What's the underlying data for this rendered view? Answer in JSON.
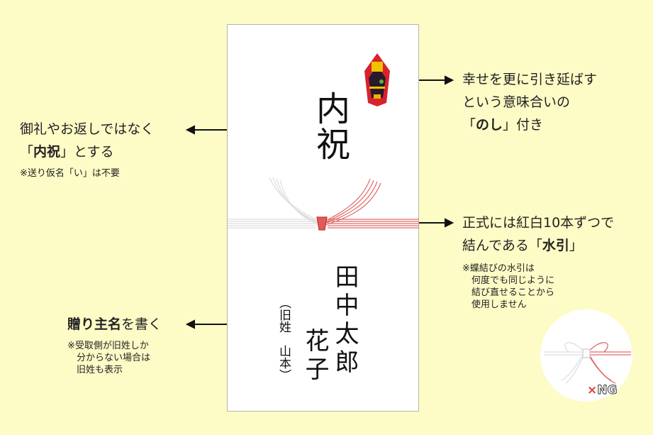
{
  "envelope": {
    "omote": "内祝",
    "name_main_1": "田中太郎",
    "name_main_2": "花子",
    "maiden_note": "（旧姓　山本）"
  },
  "annotations": {
    "noshi": {
      "line1": "幸せを更に引き延ばす",
      "line2": "という意味合いの",
      "line3_pre": "「",
      "line3_bold": "のし",
      "line3_post": "」付き"
    },
    "uchiiwai": {
      "line1": "御礼やお返しではなく",
      "line2_pre": "「",
      "line2_bold": "内祝",
      "line2_post": "」とする",
      "note": "※送り仮名「い」は不要"
    },
    "mizuhiki": {
      "line1": "正式には紅白10本ずつで",
      "line2_pre": "結んである「",
      "line2_bold": "水引",
      "line2_post": "」",
      "note": "※蝶結びの水引は\n　何度でも同じように\n　結び直せることから\n　使用しません"
    },
    "name": {
      "bold": "贈り主名",
      "rest": "を書く",
      "note": "※受取側が旧姓しか\n　分からない場合は\n　旧姓も表示"
    }
  },
  "ng_badge": {
    "mark": "×",
    "label": "NG"
  },
  "colors": {
    "background": "#fdfbc6",
    "mizuhiki_red": "#e06a6a",
    "ng_red": "#d9443a"
  }
}
